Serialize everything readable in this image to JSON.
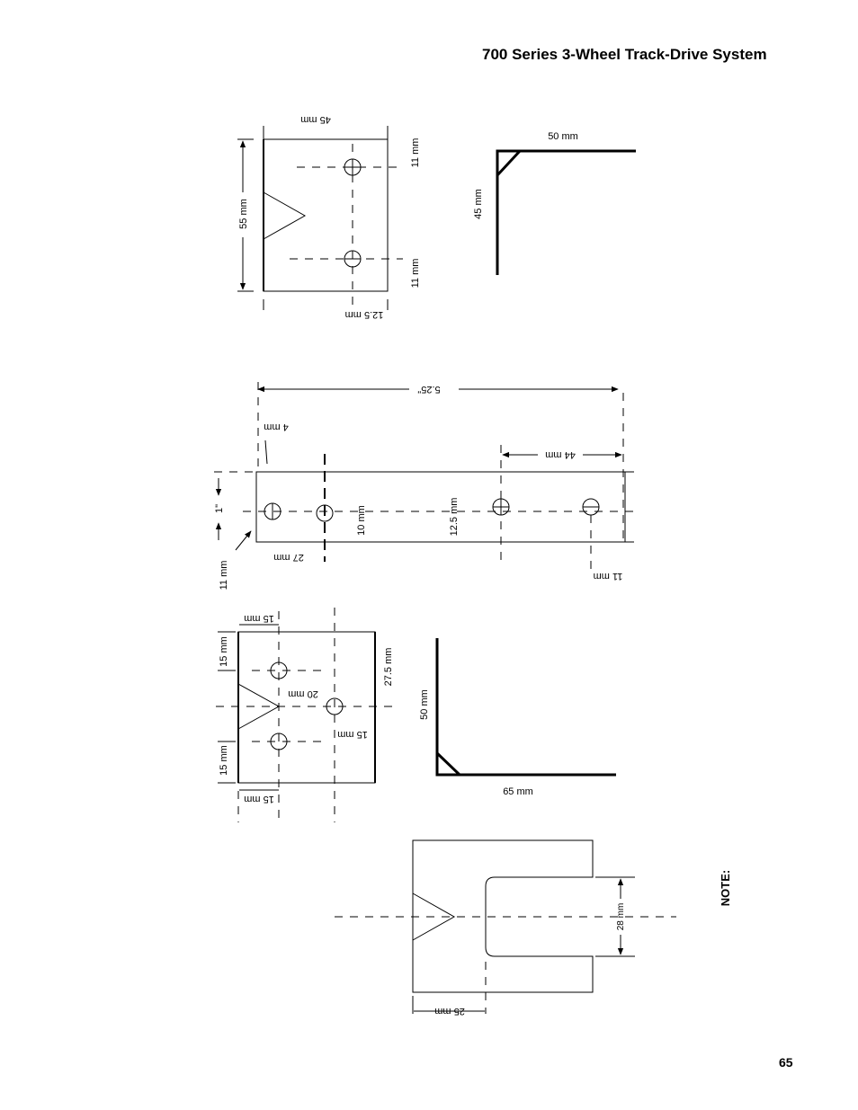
{
  "header": {
    "title": "700 Series 3-Wheel Track-Drive System"
  },
  "page": {
    "number": "65"
  },
  "figures": {
    "bracket_top": {
      "width": "45 mm",
      "height": "55 mm",
      "hole_top": "11 mm",
      "hole_bottom": "11 mm",
      "hole_x": "12.5 mm"
    },
    "angle_top": {
      "horizontal": "50 mm",
      "vertical": "45 mm"
    },
    "bar": {
      "length": "5.25\"",
      "height": "1\"",
      "end_offset": "4 mm",
      "right_holes": "44 mm",
      "hole_spacing": "27 mm",
      "offset_a": "10 mm",
      "offset_b": "12.5 mm",
      "edge_left": "11 mm",
      "edge_right": "11 mm"
    },
    "plate": {
      "top_inset": "15 mm",
      "bottom_inset": "15 mm",
      "left_top": "15 mm",
      "left_bottom": "15 mm",
      "mid_x": "20 mm",
      "mid_y": "15 mm",
      "right_height": "27.5 mm"
    },
    "angle_bottom": {
      "vertical": "50 mm",
      "horizontal": "65 mm"
    },
    "slot_plate": {
      "slot_width": "28 mm",
      "slot_depth": "25 mm"
    }
  },
  "note": {
    "label": "NOTE:"
  }
}
